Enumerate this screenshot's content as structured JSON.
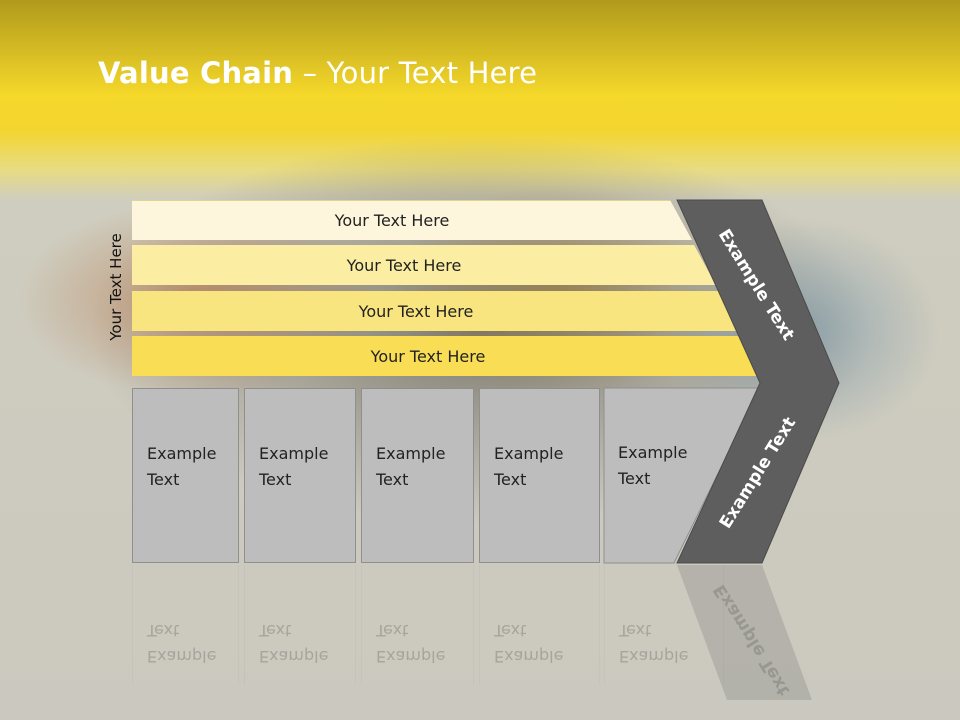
{
  "title": {
    "bold": "Value Chain",
    "rest": " – Your Text Here"
  },
  "side_label": "Your Text Here",
  "bars": [
    "Your Text Here",
    "Your Text Here",
    "Your Text Here",
    "Your Text Here"
  ],
  "boxes": [
    {
      "line1": "Example",
      "line2": "Text"
    },
    {
      "line1": "Example",
      "line2": "Text"
    },
    {
      "line1": "Example",
      "line2": "Text"
    },
    {
      "line1": "Example",
      "line2": "Text"
    },
    {
      "line1": "Example",
      "line2": "Text"
    }
  ],
  "chevron": {
    "top_label": "Example Text",
    "bottom_label": "Example Text",
    "color": "#5e5e5e"
  },
  "colors": {
    "header_yellow": "#f5d82a",
    "bar_light": "#fdf6dc",
    "bar_dark": "#f8dd55",
    "box_gray": "#bdbdbd"
  }
}
